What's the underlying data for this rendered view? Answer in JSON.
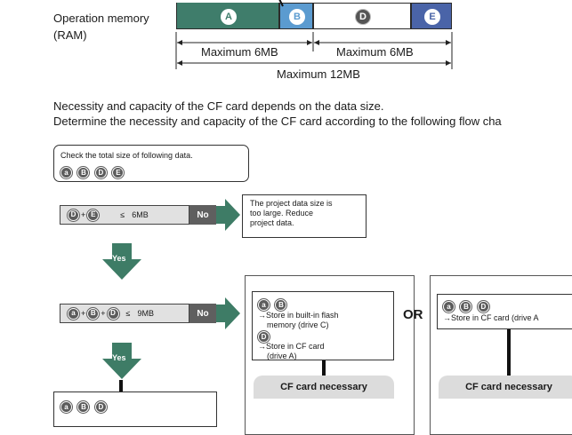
{
  "ram": {
    "label_line1": "Operation memory",
    "label_line2": "(RAM)",
    "segments": [
      {
        "letter": "A",
        "color": "#3f7d6b",
        "text_color": "#ffffff"
      },
      {
        "letter": "B",
        "color": "#5b9bd0",
        "text_color": "#ffffff"
      },
      {
        "letter": "D",
        "color": "#ffffff",
        "text_color": "#333333"
      },
      {
        "letter": "E",
        "color": "#4a64a8",
        "text_color": "#ffffff"
      }
    ],
    "dim_left": "Maximum 6MB",
    "dim_right": "Maximum 6MB",
    "dim_total": "Maximum 12MB"
  },
  "intro": {
    "line1": "Necessity and capacity of the CF card depends on the data size.",
    "line2": "Determine the necessity and capacity of the CF card according to the following flow cha"
  },
  "flow": {
    "check_text": "Check the total size of following data.",
    "check_badges": [
      "a",
      "B",
      "D",
      "E"
    ],
    "cond1": {
      "badges": [
        "D",
        "E"
      ],
      "op": "≤",
      "limit": "6MB"
    },
    "cond2": {
      "badges": [
        "a",
        "B",
        "D"
      ],
      "op": "≤",
      "limit": "9MB"
    },
    "no_label": "No",
    "yes_label": "Yes",
    "plus": "+",
    "error_text_l1": "The project data size is",
    "error_text_l2": "too large. Reduce",
    "error_text_l3": "project data.",
    "optA": {
      "badges1": [
        "a",
        "B"
      ],
      "store1_l1": "→Store in built-in flash",
      "store1_l2": "memory (drive C)",
      "badge2": "D",
      "store2_l1": "→Store in CF card",
      "store2_l2": "(drive A)",
      "result": "CF card necessary"
    },
    "or_label": "OR",
    "optB": {
      "badges": [
        "a",
        "B",
        "D"
      ],
      "store": "→Store in CF card (drive A",
      "result": "CF card necessary"
    },
    "bottom_badges": [
      "a",
      "B",
      "D"
    ]
  }
}
